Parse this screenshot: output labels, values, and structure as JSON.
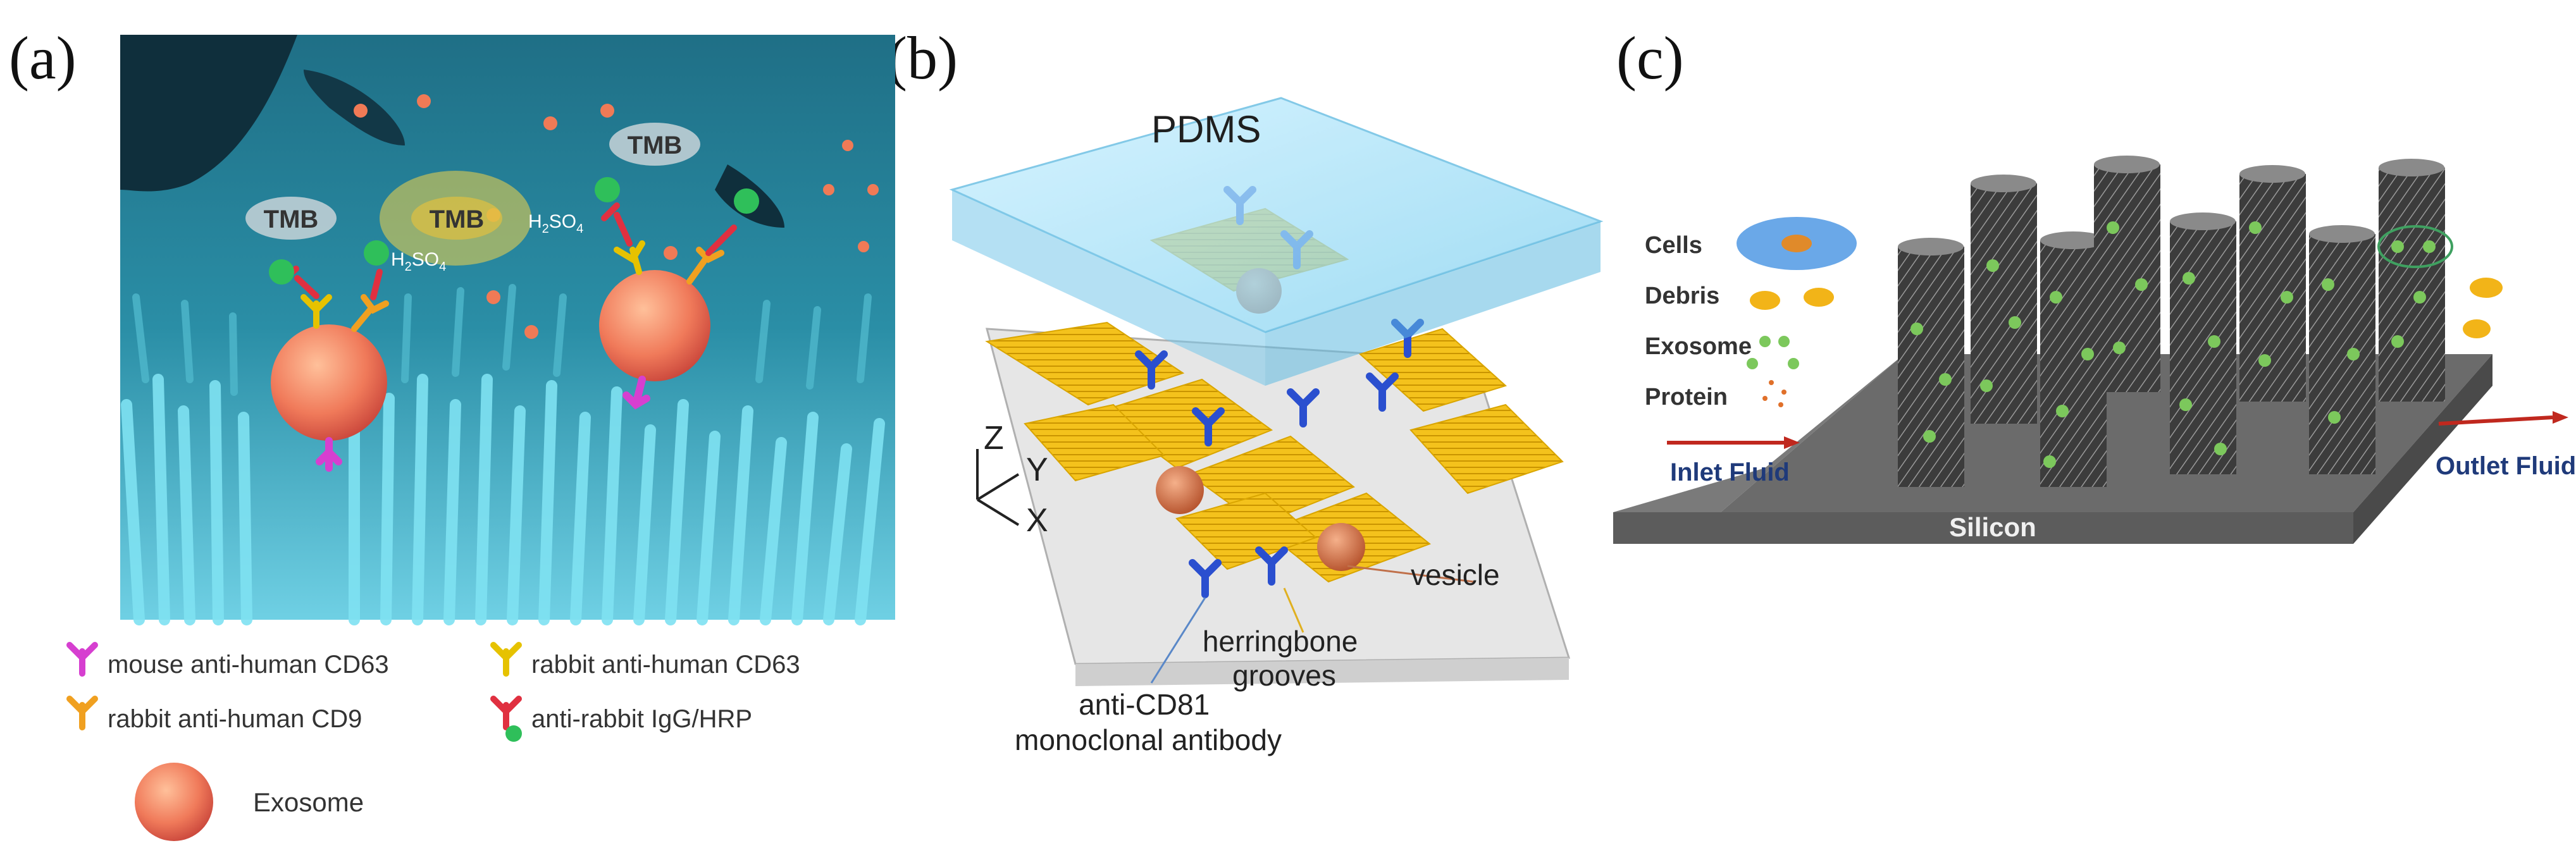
{
  "panels": {
    "a": {
      "label": "(a)",
      "tmb_labels": [
        "TMB",
        "TMB",
        "TMB"
      ],
      "h2so4_labels": [
        "H2SO4",
        "H2SO4"
      ],
      "legend": [
        {
          "text": "mouse anti-human CD63",
          "color": "#d63fd0"
        },
        {
          "text": "rabbit anti-human CD63",
          "color": "#e6c200"
        },
        {
          "text": "rabbit anti-human CD9",
          "color": "#f0a020"
        },
        {
          "text": "anti-rabbit IgG/HRP",
          "color": "#e03040"
        }
      ],
      "exosome_label": "Exosome"
    },
    "b": {
      "label": "(b)",
      "pdms": "PDMS",
      "axes": {
        "z": "Z",
        "y": "Y",
        "x": "X"
      },
      "annotations": {
        "vesicle": "vesicle",
        "grooves": "herringbone\ngrooves",
        "antibody": "anti-CD81\nmonoclonal antibody"
      }
    },
    "c": {
      "label": "(c)",
      "legend": [
        "Cells",
        "Debris",
        "Exosome",
        "Protein"
      ],
      "inlet": "Inlet Fluid",
      "outlet": "Outlet Fluid",
      "substrate": "Silicon"
    }
  },
  "colors": {
    "panel_a_bg": "#2e8fa6",
    "pdms": "#8fd6f2",
    "grooves": "#f2c21e",
    "silicon": "#6e6e6e",
    "exosome_green": "#79c55a"
  }
}
